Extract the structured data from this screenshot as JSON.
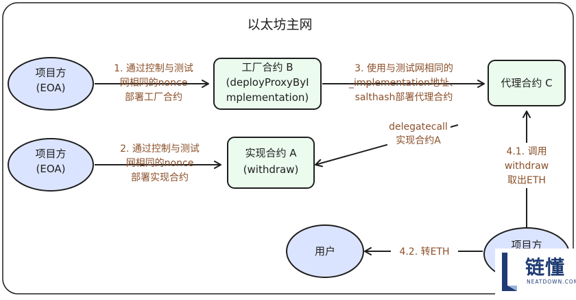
{
  "diagram": {
    "title": "以太坊主网",
    "nodes": {
      "eoa_1": {
        "lines": [
          "项目方",
          "(EOA)"
        ]
      },
      "eoa_2": {
        "lines": [
          "项目方",
          "(EOA)"
        ]
      },
      "factory_b": {
        "lines": [
          "工厂合约 B",
          "(deployProxyByI",
          "mplementation)"
        ]
      },
      "impl_a": {
        "lines": [
          "实现合约 A",
          "(withdraw)"
        ]
      },
      "proxy_c": {
        "lines": [
          "代理合约 C"
        ]
      },
      "user": {
        "lines": [
          "用户"
        ]
      },
      "owner_bottom": {
        "lines": [
          "项目方"
        ]
      }
    },
    "edges": {
      "step_1": {
        "lines": [
          "1. 通过控制与测试",
          "网相同的nonce",
          "部署工厂合约"
        ]
      },
      "step_2": {
        "lines": [
          "2. 通过控制与测试",
          "网相同的nonce",
          "部署实现合约"
        ]
      },
      "step_3": {
        "lines": [
          "3. 使用与测试网相同的",
          "_implementation地址、",
          "salthash部署代理合约"
        ]
      },
      "delegatecall": {
        "lines": [
          "delegatecall",
          "实现合约A"
        ]
      },
      "step_4_1": {
        "lines": [
          "4.1. 调用",
          "withdraw",
          "取出ETH"
        ]
      },
      "step_4_2": {
        "lines": [
          "4.2. 转ETH"
        ]
      }
    }
  },
  "logo": {
    "main": "链懂",
    "sub": "NEATDOWN.COM"
  },
  "colors": {
    "ellipse_fill": "#dbe4ff",
    "rect_fill": "#ebfbee",
    "stroke": "#1e1e1e",
    "edge_label": "#8b4f2a",
    "logo": "#1f3b73"
  }
}
